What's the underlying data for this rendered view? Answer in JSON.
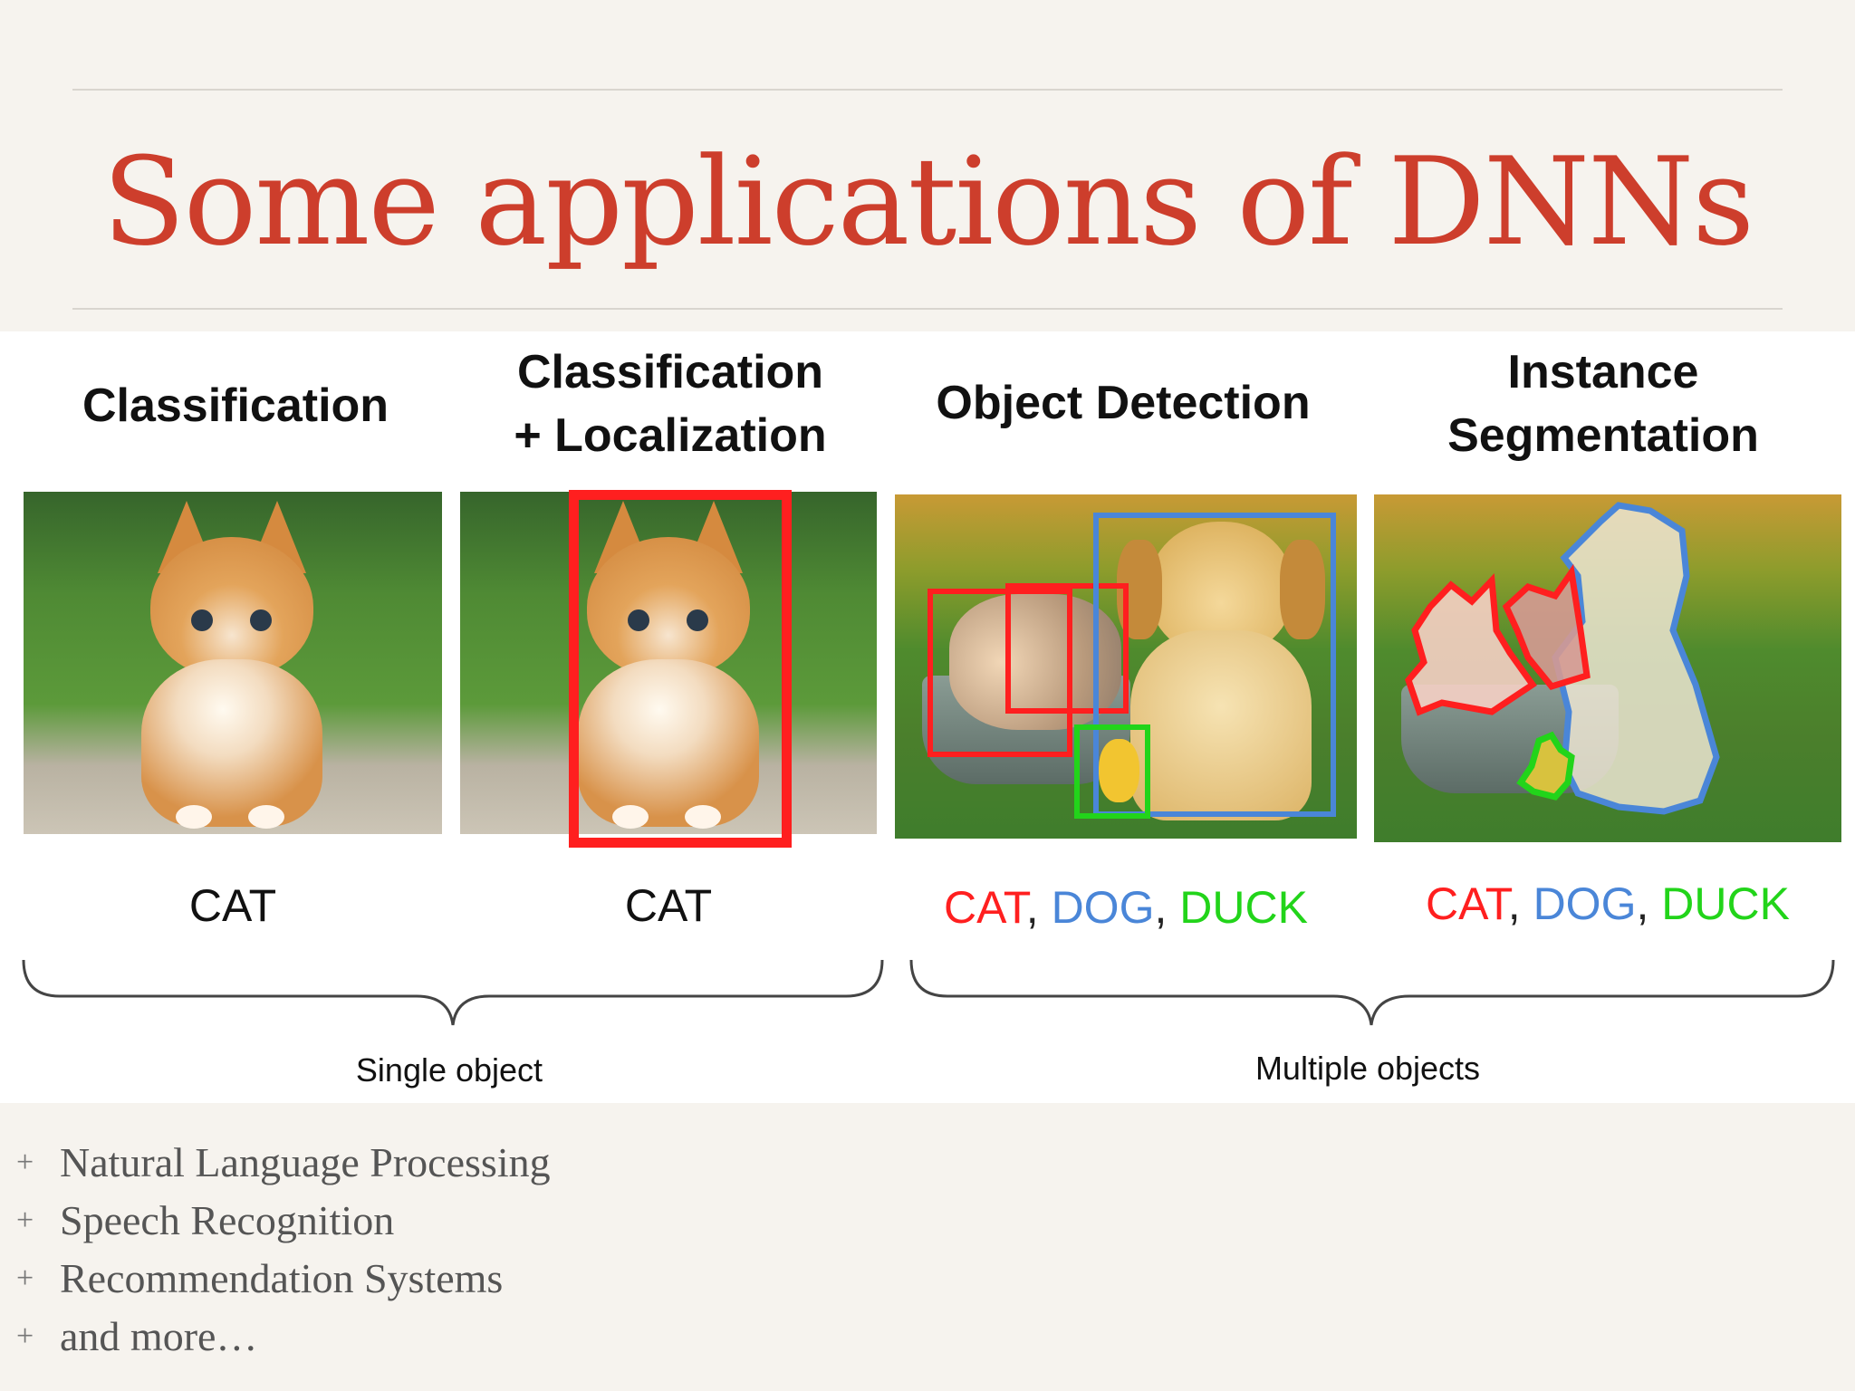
{
  "slide": {
    "title": "Some applications of DNNs"
  },
  "figure": {
    "columns": [
      {
        "heading_lines": [
          "Classification"
        ],
        "labels": [
          {
            "text": "CAT",
            "color": "#111111"
          }
        ]
      },
      {
        "heading_lines": [
          "Classification",
          "+ Localization"
        ],
        "labels": [
          {
            "text": "CAT",
            "color": "#111111"
          }
        ]
      },
      {
        "heading_lines": [
          "Object Detection"
        ],
        "labels": [
          {
            "text": "CAT",
            "color": "#ff1f1f"
          },
          {
            "text": ",",
            "color": "#222222"
          },
          {
            "text": "DOG",
            "color": "#4a86d8"
          },
          {
            "text": ",",
            "color": "#222222"
          },
          {
            "text": "DUCK",
            "color": "#22d41a"
          }
        ]
      },
      {
        "heading_lines": [
          "Instance",
          "Segmentation"
        ],
        "labels": [
          {
            "text": "CAT",
            "color": "#ff1f1f"
          },
          {
            "text": ",",
            "color": "#222222"
          },
          {
            "text": "DOG",
            "color": "#4a86d8"
          },
          {
            "text": ",",
            "color": "#222222"
          },
          {
            "text": "DUCK",
            "color": "#22d41a"
          }
        ]
      }
    ],
    "groups": [
      {
        "label": "Single object"
      },
      {
        "label": "Multiple objects"
      }
    ],
    "colors": {
      "cat_box": "#ff1f1f",
      "dog_box": "#4a86d8",
      "duck_box": "#22d41a"
    }
  },
  "bullets": [
    {
      "marker": "+",
      "text": "Natural Language Processing"
    },
    {
      "marker": "+",
      "text": "Speech Recognition"
    },
    {
      "marker": "+",
      "text": "Recommendation Systems"
    },
    {
      "marker": "+",
      "text": "and more…"
    }
  ],
  "colors": {
    "title": "#cd3e2c",
    "background": "#f6f3ee",
    "bullet_text": "#555555"
  }
}
